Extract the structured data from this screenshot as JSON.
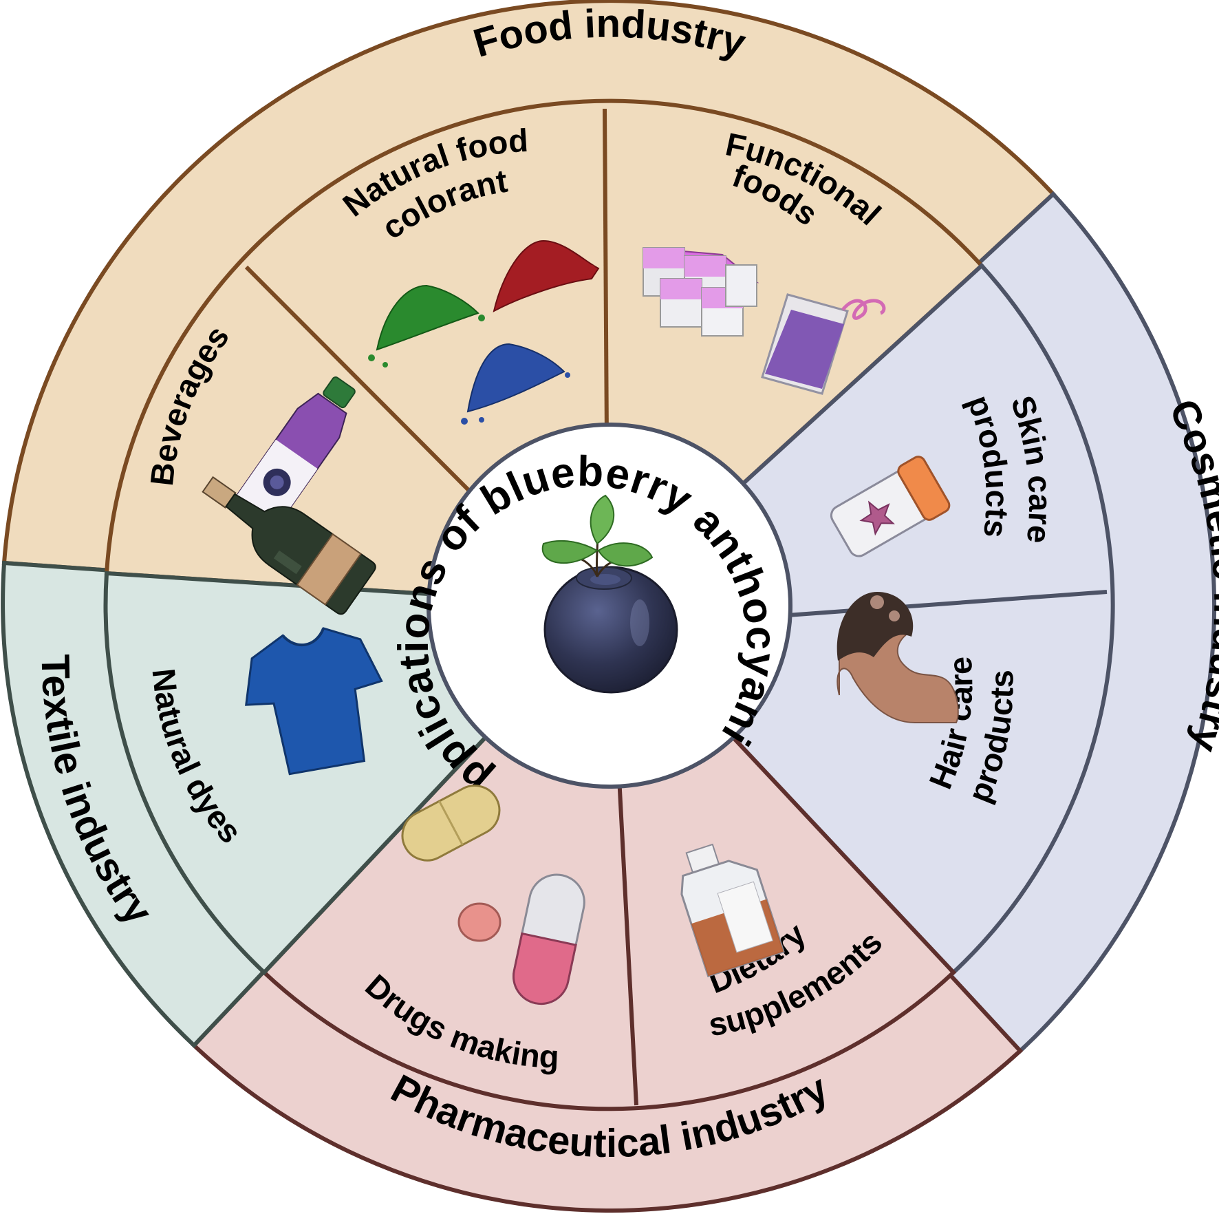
{
  "center": {
    "title": "Applications of blueberry anthocyanin"
  },
  "industries": {
    "food": {
      "label": "Food industry",
      "fill": "#f0dcbe",
      "stroke": "#7a4a22",
      "applications": {
        "beverages": "Beverages",
        "colorant_line1": "Natural food",
        "colorant_line2": "colorant",
        "functional_line1": "Functional",
        "functional_line2": "foods"
      }
    },
    "cosmetic": {
      "label": "Cosmetic industry",
      "fill": "#dde0ee",
      "stroke": "#4d5366",
      "applications": {
        "skin_line1": "Skin care",
        "skin_line2": "products",
        "hair_line1": "Hair care",
        "hair_line2": "products"
      }
    },
    "pharmaceutical": {
      "label": "Pharmaceutical industry",
      "fill": "#ecd1cf",
      "stroke": "#5e2f2c",
      "applications": {
        "dietary_line1": "Dietary",
        "dietary_line2": "supplements",
        "drugs": "Drugs making"
      }
    },
    "textile": {
      "label": "Textile industry",
      "fill": "#d8e6e2",
      "stroke": "#3f4f4a",
      "applications": {
        "dyes": "Natural dyes"
      }
    }
  },
  "icons": {
    "blueberry": "blueberry-with-leaves-icon",
    "juice_bottle": "juice-bottle-icon",
    "wine_bottle": "wine-bottle-icon",
    "powder_piles": "colored-powder-piles-icon",
    "jelly_cups": "jelly-cups-icon",
    "smoothie": "smoothie-glass-icon",
    "cream_jar": "cream-jar-icon",
    "hair_head": "human-head-icon",
    "tshirt": "tshirt-icon",
    "pills": "pills-icon",
    "capsule": "capsule-icon",
    "medicine_bottle": "medicine-bottle-icon"
  }
}
